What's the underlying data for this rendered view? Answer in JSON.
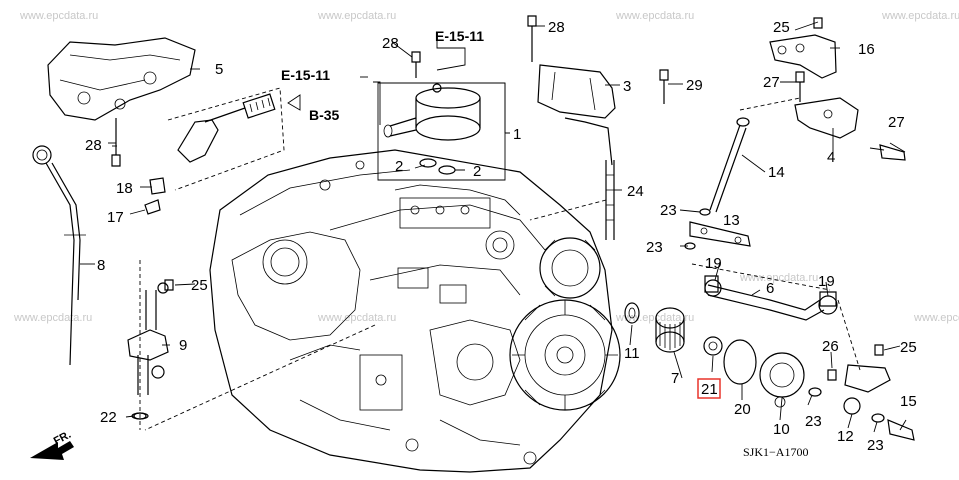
{
  "watermark": "www.epcdata.ru",
  "diagram_code": "SJK1−A1700",
  "direction_label": "FR.",
  "highlighted_part": "21",
  "refs": {
    "e1511_a": "E-15-11",
    "e1511_b": "E-15-11",
    "b35": "B-35"
  },
  "callouts": [
    "1",
    "2",
    "2",
    "3",
    "4",
    "5",
    "6",
    "7",
    "8",
    "9",
    "10",
    "11",
    "12",
    "13",
    "14",
    "15",
    "16",
    "17",
    "18",
    "19",
    "19",
    "20",
    "21",
    "22",
    "23",
    "23",
    "23",
    "23",
    "24",
    "25",
    "25",
    "25",
    "26",
    "27",
    "27",
    "28",
    "28",
    "28",
    "29"
  ]
}
